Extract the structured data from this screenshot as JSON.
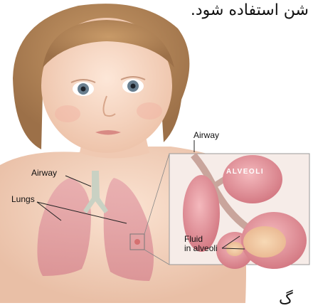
{
  "caption_text": "شن استفاده شود.",
  "caption_fragment": "گ",
  "labels": {
    "airway_top": "Airway",
    "airway_body": "Airway",
    "lungs": "Lungs",
    "alveoli": "ALVEOLI",
    "fluid_line1": "Fluid",
    "fluid_line2": "in alveoli"
  }
}
